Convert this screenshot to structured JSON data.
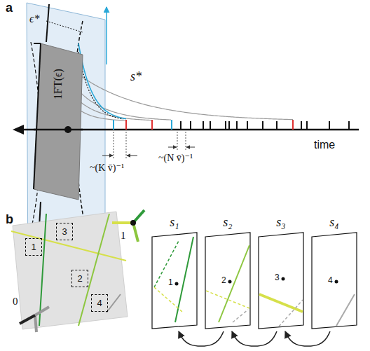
{
  "diagram": {
    "nodes": [
      {
        "text": [
          "1FT(ϵ)"
        ]
      },
      {
        "text": [
          "1"
        ]
      },
      {
        "text": [
          "3"
        ]
      },
      {
        "text": [
          "2"
        ]
      },
      {
        "text": [
          "4"
        ]
      },
      {
        "text": [
          "s₁",
          "1"
        ]
      },
      {
        "text": [
          "s₂",
          "2"
        ]
      },
      {
        "text": [
          "s₃",
          "3"
        ]
      },
      {
        "text": [
          "s₄",
          "4"
        ]
      }
    ],
    "edges": [
      {
        "from": 6,
        "to": 5,
        "arrow": "to"
      },
      {
        "from": 7,
        "to": 6,
        "arrow": "to"
      },
      {
        "from": 8,
        "to": 7,
        "arrow": "to"
      }
    ],
    "labels": [
      "a",
      "ϵ*",
      "s*",
      "~(K v̄)⁻¹",
      "~(N v̄)⁻¹",
      "time",
      "b",
      "0⃗",
      "1⃗"
    ]
  }
}
